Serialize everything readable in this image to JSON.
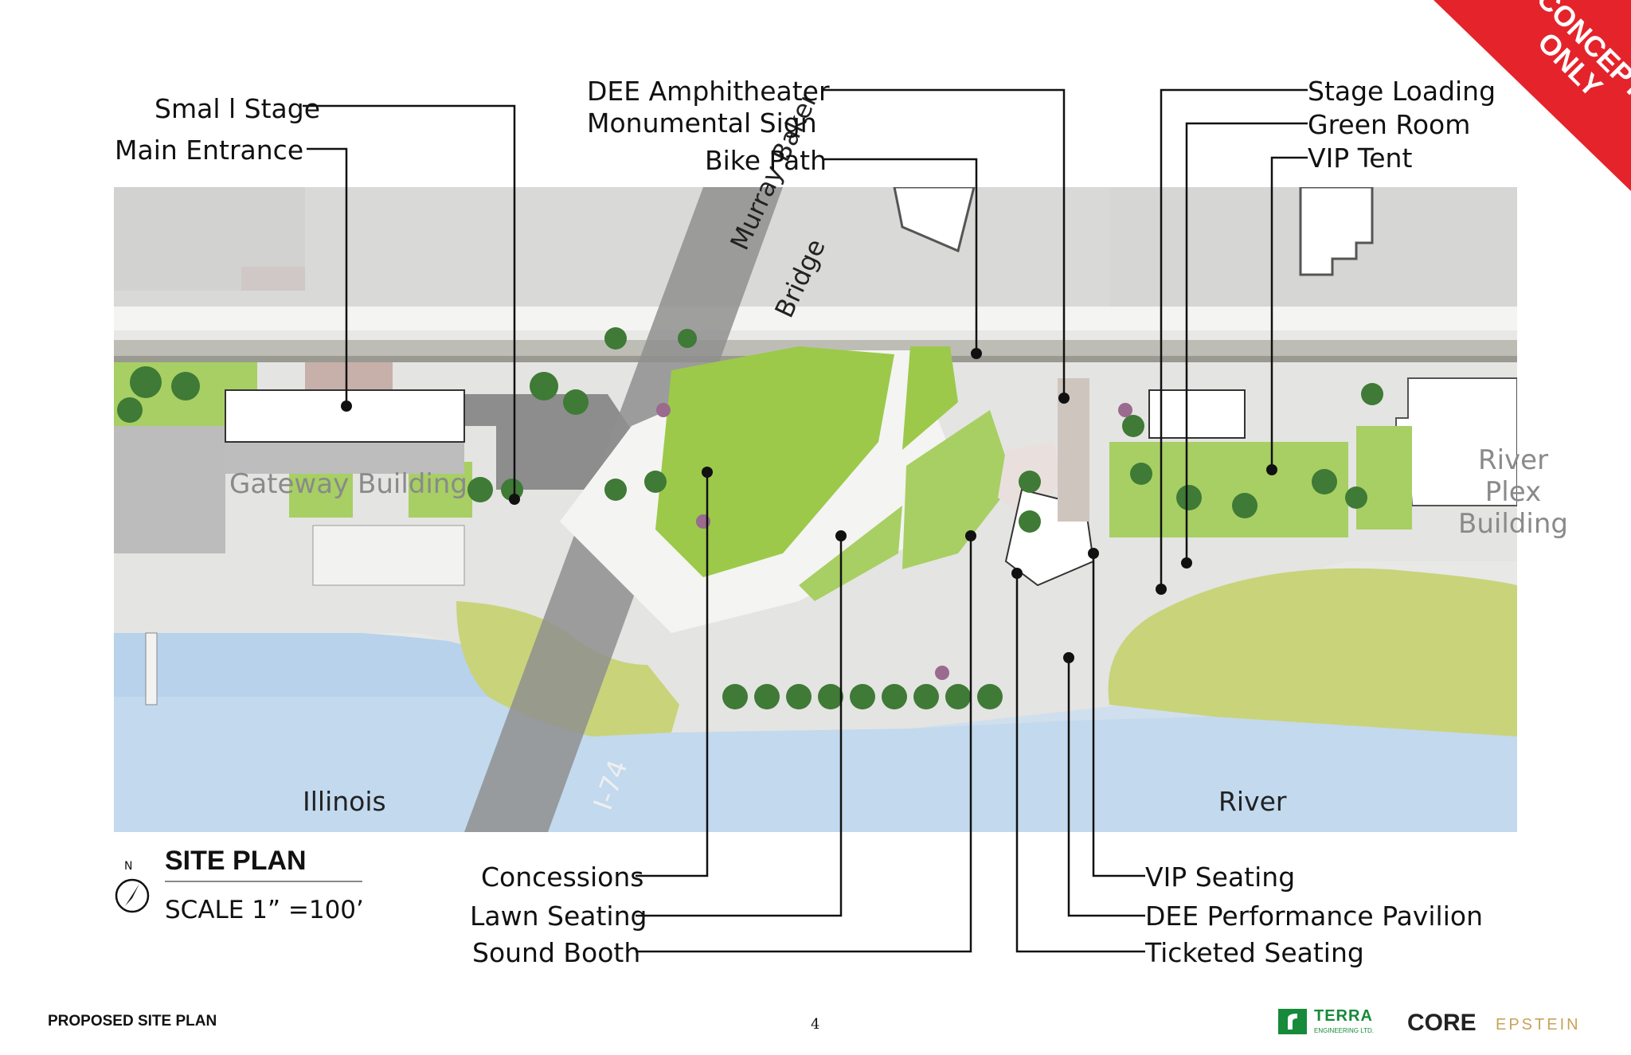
{
  "stamp": {
    "line1": "CONCEPT",
    "line2": "ONLY",
    "color": "#e5232b"
  },
  "labels": {
    "small_stage": "Smal l Stage",
    "main_entrance": "Main Entrance",
    "amphitheater_sign_line1": "DEE Amphitheater",
    "amphitheater_sign_line2": "Monumental Sign",
    "bike_path": "Bike Path",
    "stage_loading": "Stage Loading",
    "green_room": "Green Room",
    "vip_tent": "VIP Tent",
    "concessions": "Concessions",
    "lawn_seating": "Lawn Seating",
    "sound_booth": "Sound Booth",
    "vip_seating": "VIP Seating",
    "performance_pavilion": "DEE Performance Pavilion",
    "ticketed_seating": "Ticketed Seating"
  },
  "map": {
    "bridge_line1": "Murray Baker",
    "bridge_line2": "Bridge",
    "gateway_building": "Gateway Building",
    "river_plex_line1": "River",
    "river_plex_line2": "Plex",
    "river_plex_line3": "Building",
    "interstate": "I-74",
    "illinois": "Illinois",
    "river": "River",
    "colors": {
      "lawn": "#9cc94a",
      "water": "#b8d2ec",
      "bridge": "#9a9a9a",
      "plaza": "#e4e4e2"
    }
  },
  "legend": {
    "north": "N",
    "title": "SITE PLAN",
    "scale": "SCALE 1” =100’"
  },
  "footer": {
    "left": "PROPOSED SITE PLAN",
    "page": "4",
    "terra": "TERRA",
    "terra_sub": "ENGINEERING LTD.",
    "core": "CORE",
    "epstein": "EPSTEIN"
  }
}
